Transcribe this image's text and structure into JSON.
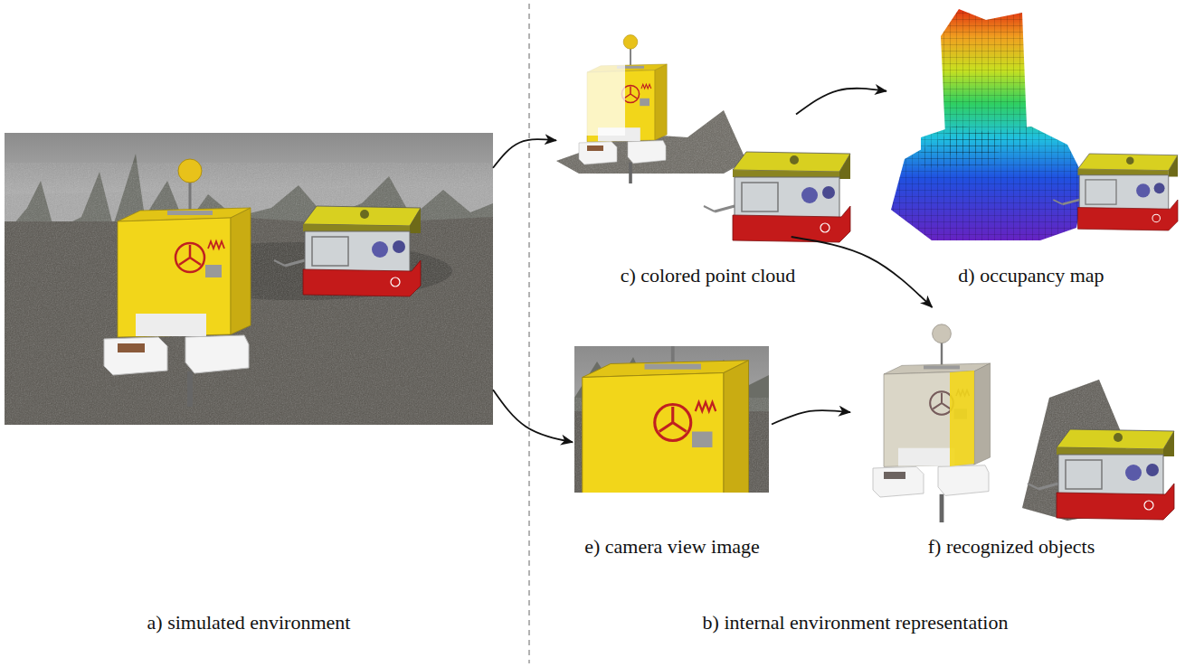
{
  "diagram": {
    "nodes": [
      {
        "text": [
          "a) simulated environment"
        ]
      },
      {
        "text": [
          "b) internal environment representation"
        ]
      },
      {
        "text": [
          "c) colored point cloud"
        ],
        "in": 1
      },
      {
        "text": [
          "d) occupancy map"
        ],
        "in": 1
      },
      {
        "text": [
          "e) camera view image"
        ],
        "in": 1
      },
      {
        "text": [
          "f) recognized objects"
        ],
        "in": 1
      }
    ],
    "edges": [
      {
        "from": 0,
        "to": 2,
        "arrow": "to"
      },
      {
        "from": 0,
        "to": 4,
        "arrow": "to"
      },
      {
        "from": 2,
        "to": 3,
        "arrow": "to"
      },
      {
        "from": 2,
        "to": 5,
        "arrow": "to"
      },
      {
        "from": 4,
        "to": 5,
        "arrow": "to"
      }
    ]
  }
}
